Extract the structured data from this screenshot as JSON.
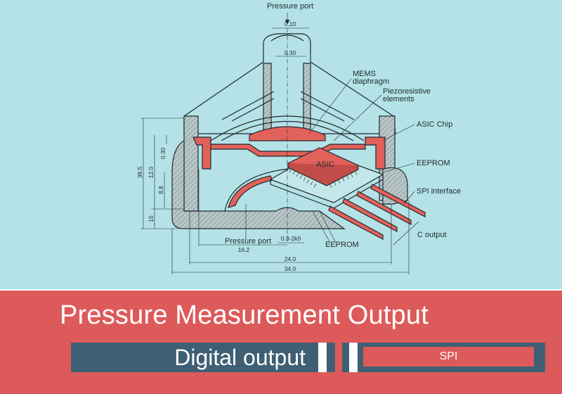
{
  "diagram": {
    "labels": {
      "pressure_port_top": "Pressure port",
      "mems_line1": "MEMS",
      "mems_line2": "diaphragm",
      "piezo_line1": "Piezoresistive",
      "piezo_line2": "elements",
      "asic_chip": "ASIC Chip",
      "eeprom_right": "EEPROM",
      "spi_interface": "SPI interface",
      "c_output": "C output",
      "eeprom_bottom": "EEPROM",
      "pressure_port_bottom": "Pressure port",
      "asic": "ASIC"
    },
    "dimensions": {
      "d_010": "0.10",
      "d_030_top": "0.30",
      "d_385": "38.5",
      "d_120": "12.0",
      "d_030_side": "0.30",
      "d_88": "8.8",
      "d_15": "15",
      "d_162": "16.2",
      "d_range": "0.3-2k0",
      "d_240": "24.0",
      "d_340": "34.0"
    },
    "colors": {
      "background": "#b4e2e6",
      "accent_red": "#dd5a5b",
      "dark_blue": "#3f6074"
    }
  },
  "banner": {
    "title": "Pressure Measurement Output",
    "output_type": "Digital output",
    "interface": "SPI"
  }
}
